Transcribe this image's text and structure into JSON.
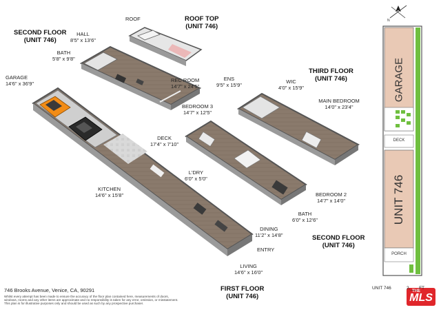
{
  "headings": {
    "second_floor_left": [
      "SECOND FLOOR",
      "(UNIT 746)"
    ],
    "roof_top": [
      "ROOF TOP",
      "(UNIT 746)"
    ],
    "third_floor": [
      "THIRD FLOOR",
      "(UNIT 746)"
    ],
    "second_floor_right": [
      "SECOND FLOOR",
      "(UNIT 746)"
    ],
    "first_floor": [
      "FIRST FLOOR",
      "(UNIT 746)"
    ]
  },
  "rooms": {
    "roof": {
      "name": "ROOF",
      "size": ""
    },
    "hall": {
      "name": "HALL",
      "size": "8'5\" x 13'6\""
    },
    "bath_upper": {
      "name": "BATH",
      "size": "5'8\" x 9'8\""
    },
    "rec_room": {
      "name": "REC ROOM",
      "size": "14'7\" x 24'5\""
    },
    "garage": {
      "name": "GARAGE",
      "size": "14'6\" x 36'9\""
    },
    "ens": {
      "name": "ENS",
      "size": "9'5\" x 15'9\""
    },
    "wic": {
      "name": "WIC",
      "size": "4'0\" x 15'9\""
    },
    "main_bedroom": {
      "name": "MAIN BEDROOM",
      "size": "14'0\" x 23'4\""
    },
    "bedroom3": {
      "name": "BEDROOM 3",
      "size": "14'7\" x 12'5\""
    },
    "deck": {
      "name": "DECK",
      "size": "17'4\" x 7'10\""
    },
    "ldry": {
      "name": "L'DRY",
      "size": "6'0\" x 5'0\""
    },
    "kitchen": {
      "name": "KITCHEN",
      "size": "14'6\" x 15'8\""
    },
    "bedroom2": {
      "name": "BEDROOM 2",
      "size": "14'7\" x 14'0\""
    },
    "bath_lower": {
      "name": "BATH",
      "size": "6'0\" x 12'6\""
    },
    "dining": {
      "name": "DINING",
      "size": "11'2\" x 14'8\""
    },
    "entry": {
      "name": "ENTRY",
      "size": ""
    },
    "living": {
      "name": "LIVING",
      "size": "14'6\" x 16'0\""
    }
  },
  "site_plan": {
    "garage": "GARAGE",
    "deck": "DECK",
    "unit": "UNIT 746",
    "porch": "PORCH",
    "compass": "N"
  },
  "footer": {
    "address": "746 Brooks Avenue, Venice, CA, 90291",
    "disclaimer": [
      "Whilst every attempt has been made to ensure the accuracy of the floor plan contained here, measurements of doors,",
      "windows, rooms and any other items are approximate and no responsibility is taken for any error, omission, or misstatement.",
      "This plan is for illustrative purposes only and should be used as such by any prospective purchaser."
    ],
    "area_label": "UNIT 746",
    "area_value": "2,___ FT",
    "logo": "MLS"
  },
  "colors": {
    "floor_wood": "#8a7a6c",
    "wall": "#5a5a5a",
    "site_garage": "#e9c9b5",
    "site_green": "#6fbf3f",
    "logo_red": "#e0262b",
    "car_orange": "#f28c16"
  }
}
